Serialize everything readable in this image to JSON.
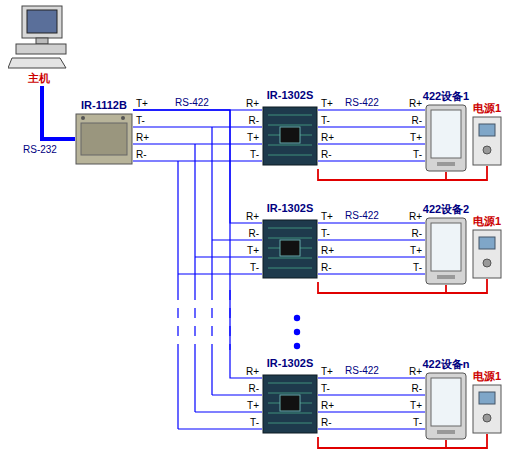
{
  "diagram": {
    "nodes": [
      {
        "text": [
          "主机"
        ]
      },
      {
        "text": [
          "IR-1112B"
        ]
      },
      {
        "text": [
          "IR-1302S"
        ]
      },
      {
        "text": [
          "422设备1"
        ]
      },
      {
        "text": [
          "电源1"
        ]
      },
      {
        "text": [
          "IR-1302S"
        ]
      },
      {
        "text": [
          "422设备2"
        ]
      },
      {
        "text": [
          "电源1"
        ]
      },
      {
        "text": [
          "IR-1302S"
        ]
      },
      {
        "text": [
          "422设备n"
        ]
      },
      {
        "text": [
          "电源1"
        ]
      }
    ],
    "edges": [
      {
        "from": 0,
        "to": 1,
        "arrow": "none",
        "label": "RS-232"
      },
      {
        "from": 1,
        "to": 2,
        "arrow": "none",
        "label": "RS-422"
      },
      {
        "from": 1,
        "to": 5,
        "arrow": "none"
      },
      {
        "from": 1,
        "to": 8,
        "arrow": "none"
      },
      {
        "from": 2,
        "to": 3,
        "arrow": "none",
        "label": "RS-422"
      },
      {
        "from": 5,
        "to": 6,
        "arrow": "none",
        "label": "RS-422"
      },
      {
        "from": 8,
        "to": 9,
        "arrow": "none",
        "label": "RS-422"
      },
      {
        "from": 3,
        "to": 4,
        "arrow": "none"
      },
      {
        "from": 6,
        "to": 7,
        "arrow": "none"
      },
      {
        "from": 9,
        "to": 10,
        "arrow": "none"
      }
    ],
    "labels": [
      "T+",
      "T-",
      "R+",
      "R-",
      "R+",
      "R-",
      "T+",
      "T-",
      "T+",
      "T-",
      "R+",
      "R-",
      "R+",
      "R-",
      "T+",
      "T-",
      "R+",
      "R-",
      "T+",
      "T-",
      "T+",
      "T-",
      "R+",
      "R-",
      "R+",
      "R-",
      "T+",
      "T-",
      "R+",
      "R-",
      "T+",
      "T-",
      "T+",
      "T-",
      "R+",
      "R-",
      "R+",
      "R-",
      "T+",
      "T-"
    ]
  }
}
